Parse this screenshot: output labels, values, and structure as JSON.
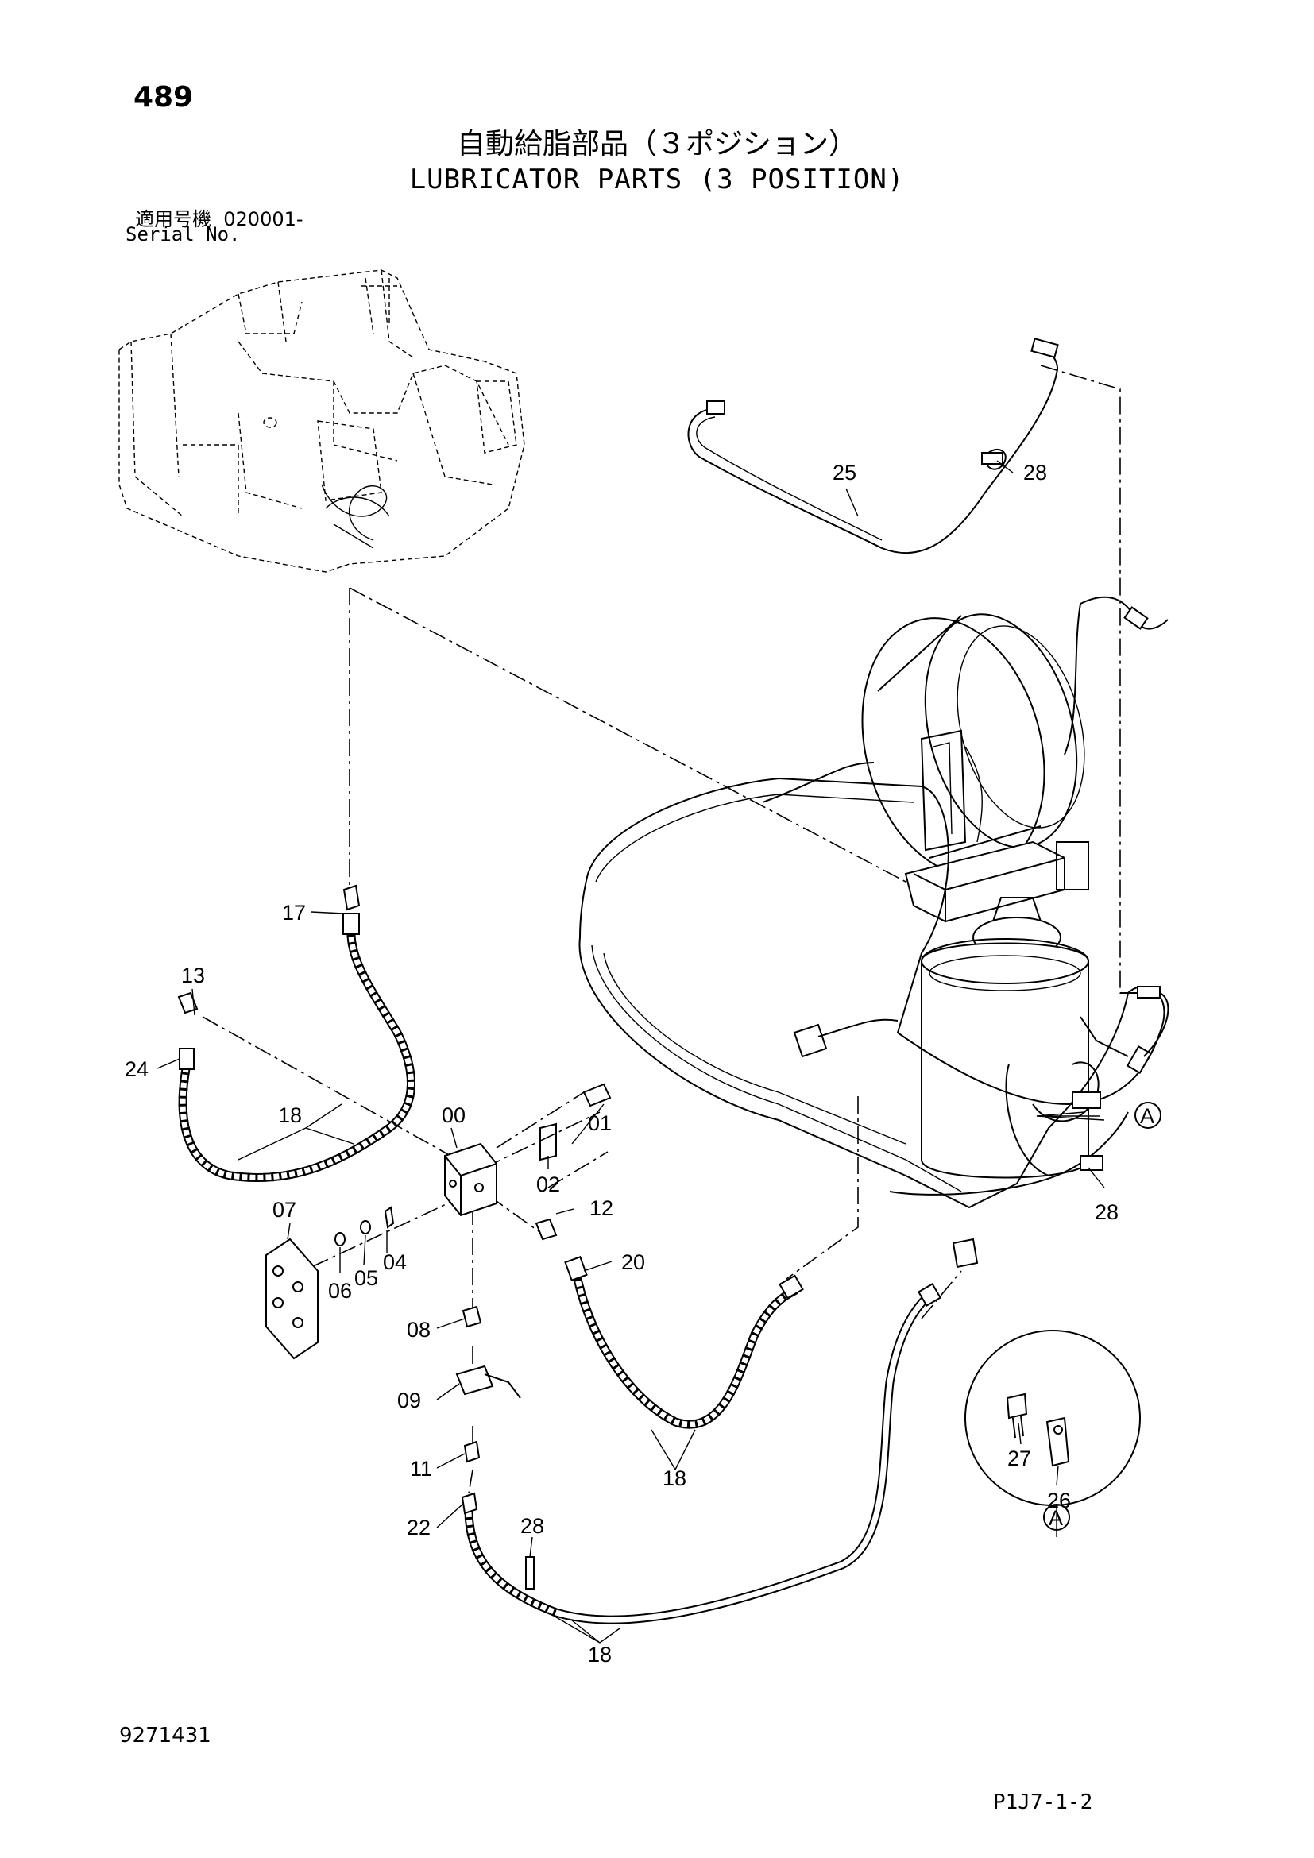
{
  "page_number": "489",
  "title_jp": "自動給脂部品（３ポジション）",
  "title_en": "LUBRICATOR PARTS (3 POSITION)",
  "serial_label_jp": "適用号機",
  "serial_value": "020001-",
  "serial_label_en": "Serial No.",
  "doc_number": "9271431",
  "page_code": "P1J7-1-2",
  "callouts": {
    "c00": "00",
    "c01": "01",
    "c02": "02",
    "c04": "04",
    "c05": "05",
    "c06": "06",
    "c07": "07",
    "c08": "08",
    "c09": "09",
    "c11": "11",
    "c12": "12",
    "c13": "13",
    "c17": "17",
    "c18a": "18",
    "c18b": "18",
    "c18c": "18",
    "c20": "20",
    "c22": "22",
    "c24": "24",
    "c25": "25",
    "c26": "26",
    "c27": "27",
    "c28a": "28",
    "c28b": "28",
    "c28c": "28",
    "ref_a1": "A",
    "ref_a2": "A"
  }
}
